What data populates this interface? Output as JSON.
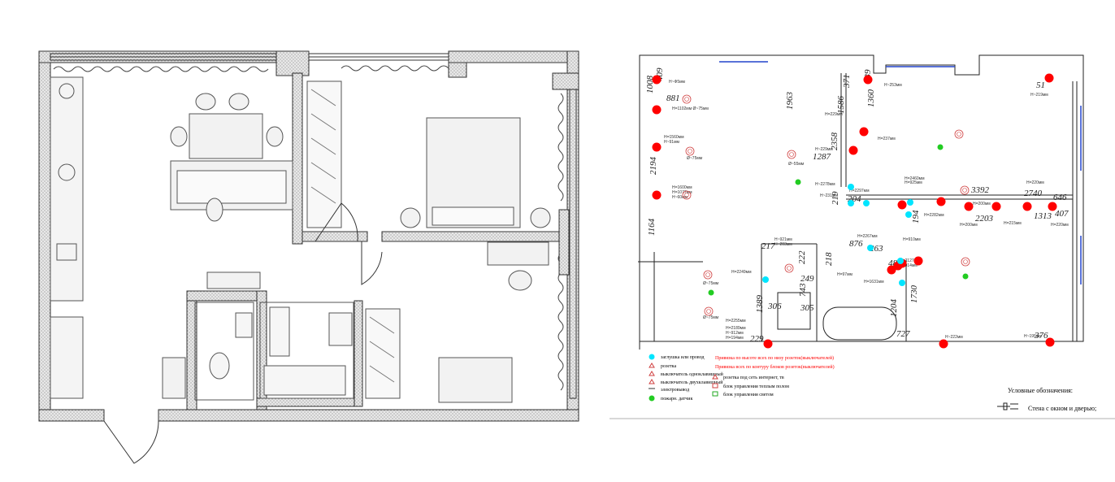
{
  "colors": {
    "wall_hatch": "#9a9a9a",
    "socket_red": "#ff0000",
    "junction_cyan": "#00e5ff",
    "smoke_green": "#22cc22",
    "lamp_pink": "#d04040",
    "magenta_note": "#cc00cc",
    "blue_note": "#2244cc"
  },
  "plan": {
    "dimensions": [
      {
        "id": "d1008",
        "text": "1008"
      },
      {
        "id": "d409",
        "text": "409"
      },
      {
        "id": "d881",
        "text": "881"
      },
      {
        "id": "d2194",
        "text": "2194"
      },
      {
        "id": "d1164",
        "text": "1164"
      },
      {
        "id": "d1963",
        "text": "1963"
      },
      {
        "id": "d1287",
        "text": "1287"
      },
      {
        "id": "d2358",
        "text": "2358"
      },
      {
        "id": "d1586",
        "text": "1586"
      },
      {
        "id": "d371",
        "text": "371"
      },
      {
        "id": "d239",
        "text": "239"
      },
      {
        "id": "d1360",
        "text": "1360"
      },
      {
        "id": "d51",
        "text": "51"
      },
      {
        "id": "d204",
        "text": "204"
      },
      {
        "id": "d219",
        "text": "219"
      },
      {
        "id": "d194",
        "text": "194"
      },
      {
        "id": "d3392",
        "text": "3392"
      },
      {
        "id": "d2740",
        "text": "2740"
      },
      {
        "id": "d646",
        "text": "646"
      },
      {
        "id": "d2203",
        "text": "2203"
      },
      {
        "id": "d1313",
        "text": "1313"
      },
      {
        "id": "d407",
        "text": "407"
      },
      {
        "id": "d876",
        "text": "876"
      },
      {
        "id": "d263",
        "text": "263"
      },
      {
        "id": "d48",
        "text": "48"
      },
      {
        "id": "d217",
        "text": "217"
      },
      {
        "id": "d222",
        "text": "222"
      },
      {
        "id": "d218",
        "text": "218"
      },
      {
        "id": "d249",
        "text": "249"
      },
      {
        "id": "d743",
        "text": "743"
      },
      {
        "id": "d306",
        "text": "306"
      },
      {
        "id": "d305",
        "text": "305"
      },
      {
        "id": "d1389",
        "text": "1389"
      },
      {
        "id": "d1204",
        "text": "1204"
      },
      {
        "id": "d1730",
        "text": "1730"
      },
      {
        "id": "d727",
        "text": "727"
      },
      {
        "id": "d229",
        "text": "229"
      },
      {
        "id": "d376",
        "text": "376"
      }
    ],
    "notes": [
      "Н~Ф5мм",
      "Н=1102мм Ø~75мм",
      "Н=1560мм",
      "Н~91мм",
      "Ø~75мм",
      "Н=1600мм",
      "Н=1077мм",
      "Н~60мм",
      "Н=229мм",
      "Н~229мм",
      "Н=237мм",
      "Н~253мм",
      "Н~219мм",
      "Ø~55мм",
      "Н~2278мм",
      "Н~231мм",
      "Н=2297мм",
      "Н=925мм",
      "Н=2460мм",
      "Н=200мм",
      "Н=220мм",
      "Н=2282мм",
      "Н=200мм",
      "Н=215мм",
      "Н=220мм",
      "Н=2267мм",
      "Н=910мм",
      "Н~921мм",
      "Н~203мм",
      "Н=2249мм",
      "Н=97мм",
      "Н=1631мм",
      "Н=2127мм",
      "Н=914мм",
      "Н=2255мм",
      "Н=2189мм",
      "Н~912мм",
      "Н=194мм",
      "Н~222мм",
      "Н~195мм",
      "Ø~75мм",
      "Ø~75мм"
    ]
  },
  "legend": {
    "items_left": [
      "заглушка или провод",
      "розетка",
      "выключатель одноклавишный",
      "выключатель двухклавишный",
      "электровывод",
      "пожарн. датчик"
    ],
    "items_right_red": [
      "Привязка по высоте всех по низу розеток(выключателей)",
      "Привязка всех по контуру блоков розеток(выключателей)"
    ],
    "items_right": [
      "розетка под сеть интернет, тв",
      "блок управления теплым полом",
      "блок управления светом"
    ],
    "conventions_title": "Условные обозначения:",
    "conventions_item": "Стена с окном и дверью;"
  }
}
